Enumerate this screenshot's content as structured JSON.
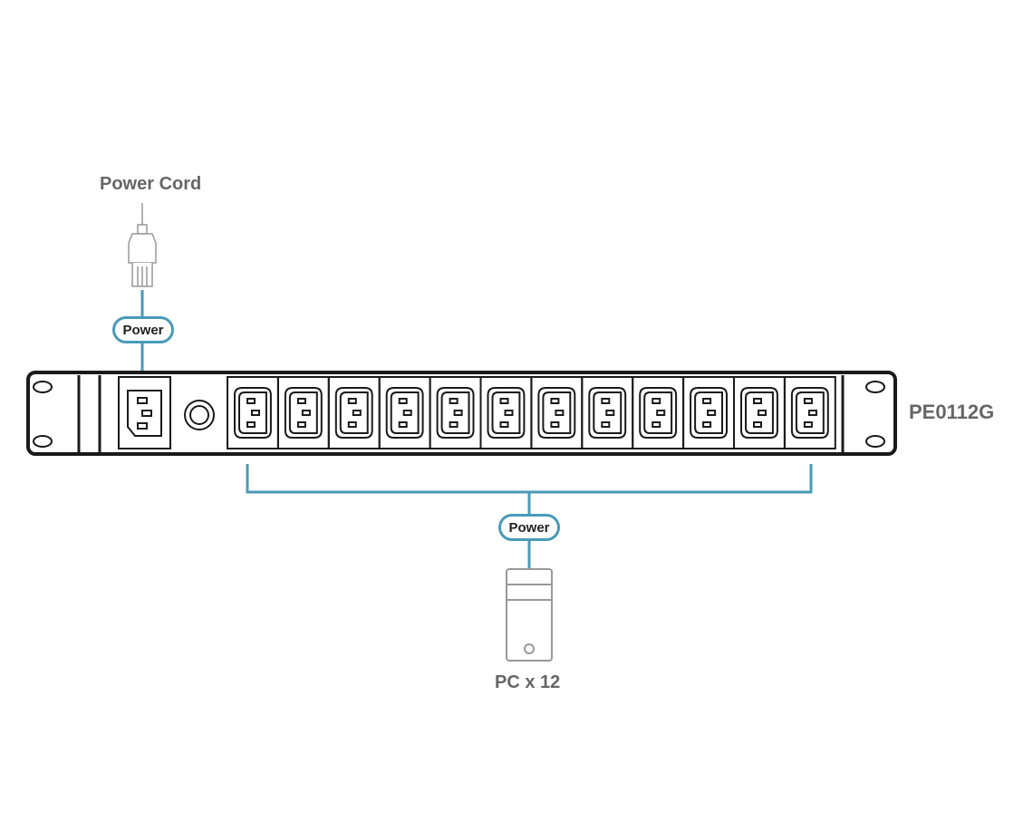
{
  "labels": {
    "power_cord": "Power Cord",
    "pc": "PC x 12",
    "model": "PE0112G"
  },
  "connections": {
    "input_link": "Power",
    "output_link": "Power"
  },
  "pdu": {
    "outlet_count": 12
  },
  "colors": {
    "link": "#4a9ab8",
    "device_stroke": "#1a1a1a",
    "icon_stroke": "#999999",
    "label_text": "#666666"
  },
  "icons": {
    "plug": "power-plug-icon",
    "pc": "pc-tower-icon"
  }
}
